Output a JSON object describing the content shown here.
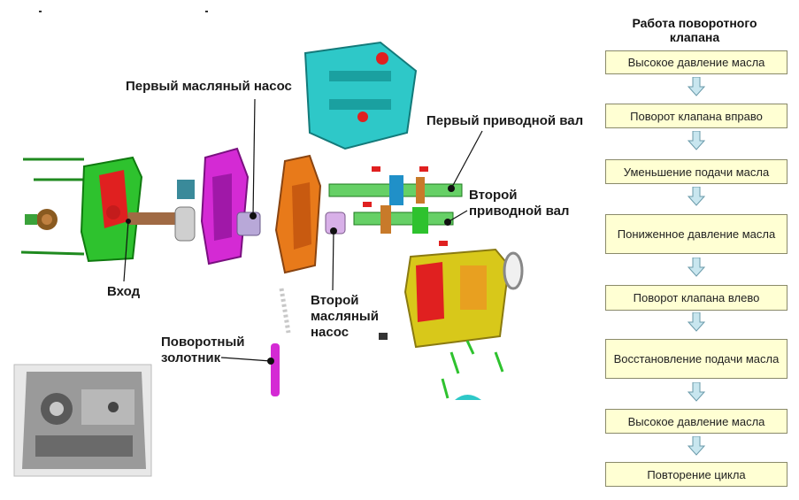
{
  "labels": {
    "pump1": "Первый масляный насос",
    "shaft1": "Первый приводной вал",
    "shaft2": "Второй\nприводной вал",
    "inlet": "Вход",
    "pump2": "Второй\nмасляный\nнасос",
    "spool": "Поворотный\nзолотник"
  },
  "flowchart": {
    "title": "Работа поворотного клапана",
    "steps": [
      "Высокое давление масла",
      "Поворот клапана вправо",
      "Уменьшение подачи масла",
      "Пониженное давление масла",
      "Поворот клапана влево",
      "Восстановление подачи масла",
      "Высокое давление масла",
      "Повторение цикла"
    ]
  },
  "colors": {
    "step_fill": "#ffffd3",
    "arrow_fill": "#c8e6ef",
    "cover_green": "#2ec22e",
    "pump_body_magenta": "#d42ad4",
    "housing_orange": "#e87a1a",
    "top_cover_cyan": "#2ec8c8",
    "housing_yellow": "#d8c81a",
    "accent_red": "#e02020"
  }
}
